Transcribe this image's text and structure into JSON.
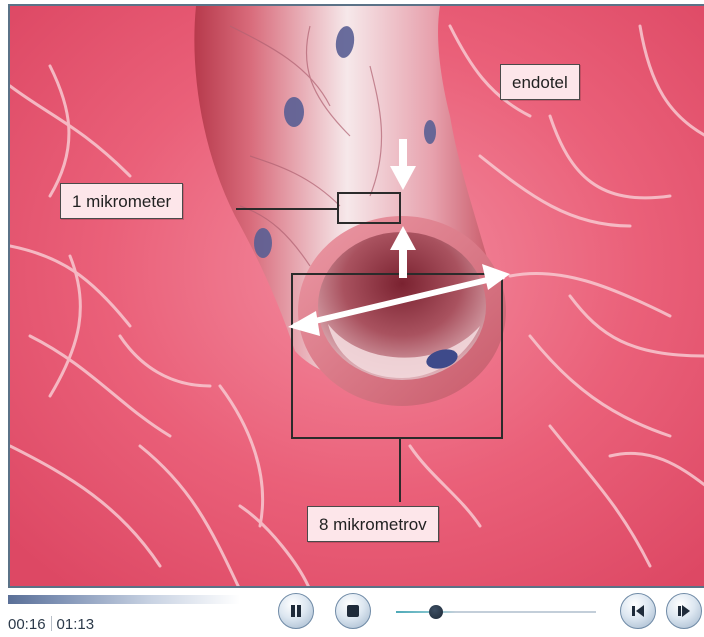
{
  "video": {
    "labels": {
      "endothelium": "endotel",
      "wall_thickness": "1 mikrometer",
      "diameter": "8 mikrometrov"
    }
  },
  "controls": {
    "elapsed": "00:16",
    "duration": "01:13",
    "progress_fraction": 0.22,
    "volume_fraction": 0.2,
    "icons": {
      "pause": "pause-icon",
      "stop": "stop-icon",
      "previous": "previous-icon",
      "next": "next-icon"
    }
  },
  "colors": {
    "frame_border": "#5b7287",
    "label_background": "#fde6ea",
    "scene_pink": "#e9576f"
  }
}
